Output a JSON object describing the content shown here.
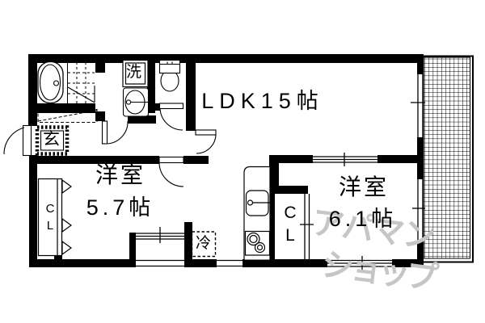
{
  "rooms": {
    "ldk": {
      "label": "LDK15帖"
    },
    "bedroom_a": {
      "type": "洋室",
      "size": "5.7帖"
    },
    "bedroom_b": {
      "type": "洋室",
      "size": "6.1帖"
    }
  },
  "fixtures": {
    "entrance": "玄",
    "washer": "洗",
    "refrigerator": "冷",
    "closet_a": {
      "c": "C",
      "l": "L"
    },
    "closet_b": {
      "c": "C",
      "l": "L"
    }
  },
  "watermark": {
    "line1": "アパマン",
    "line2": "ショップ",
    "color": "#c6c6c6"
  },
  "colors": {
    "wall": "#000000",
    "background": "#ffffff"
  }
}
